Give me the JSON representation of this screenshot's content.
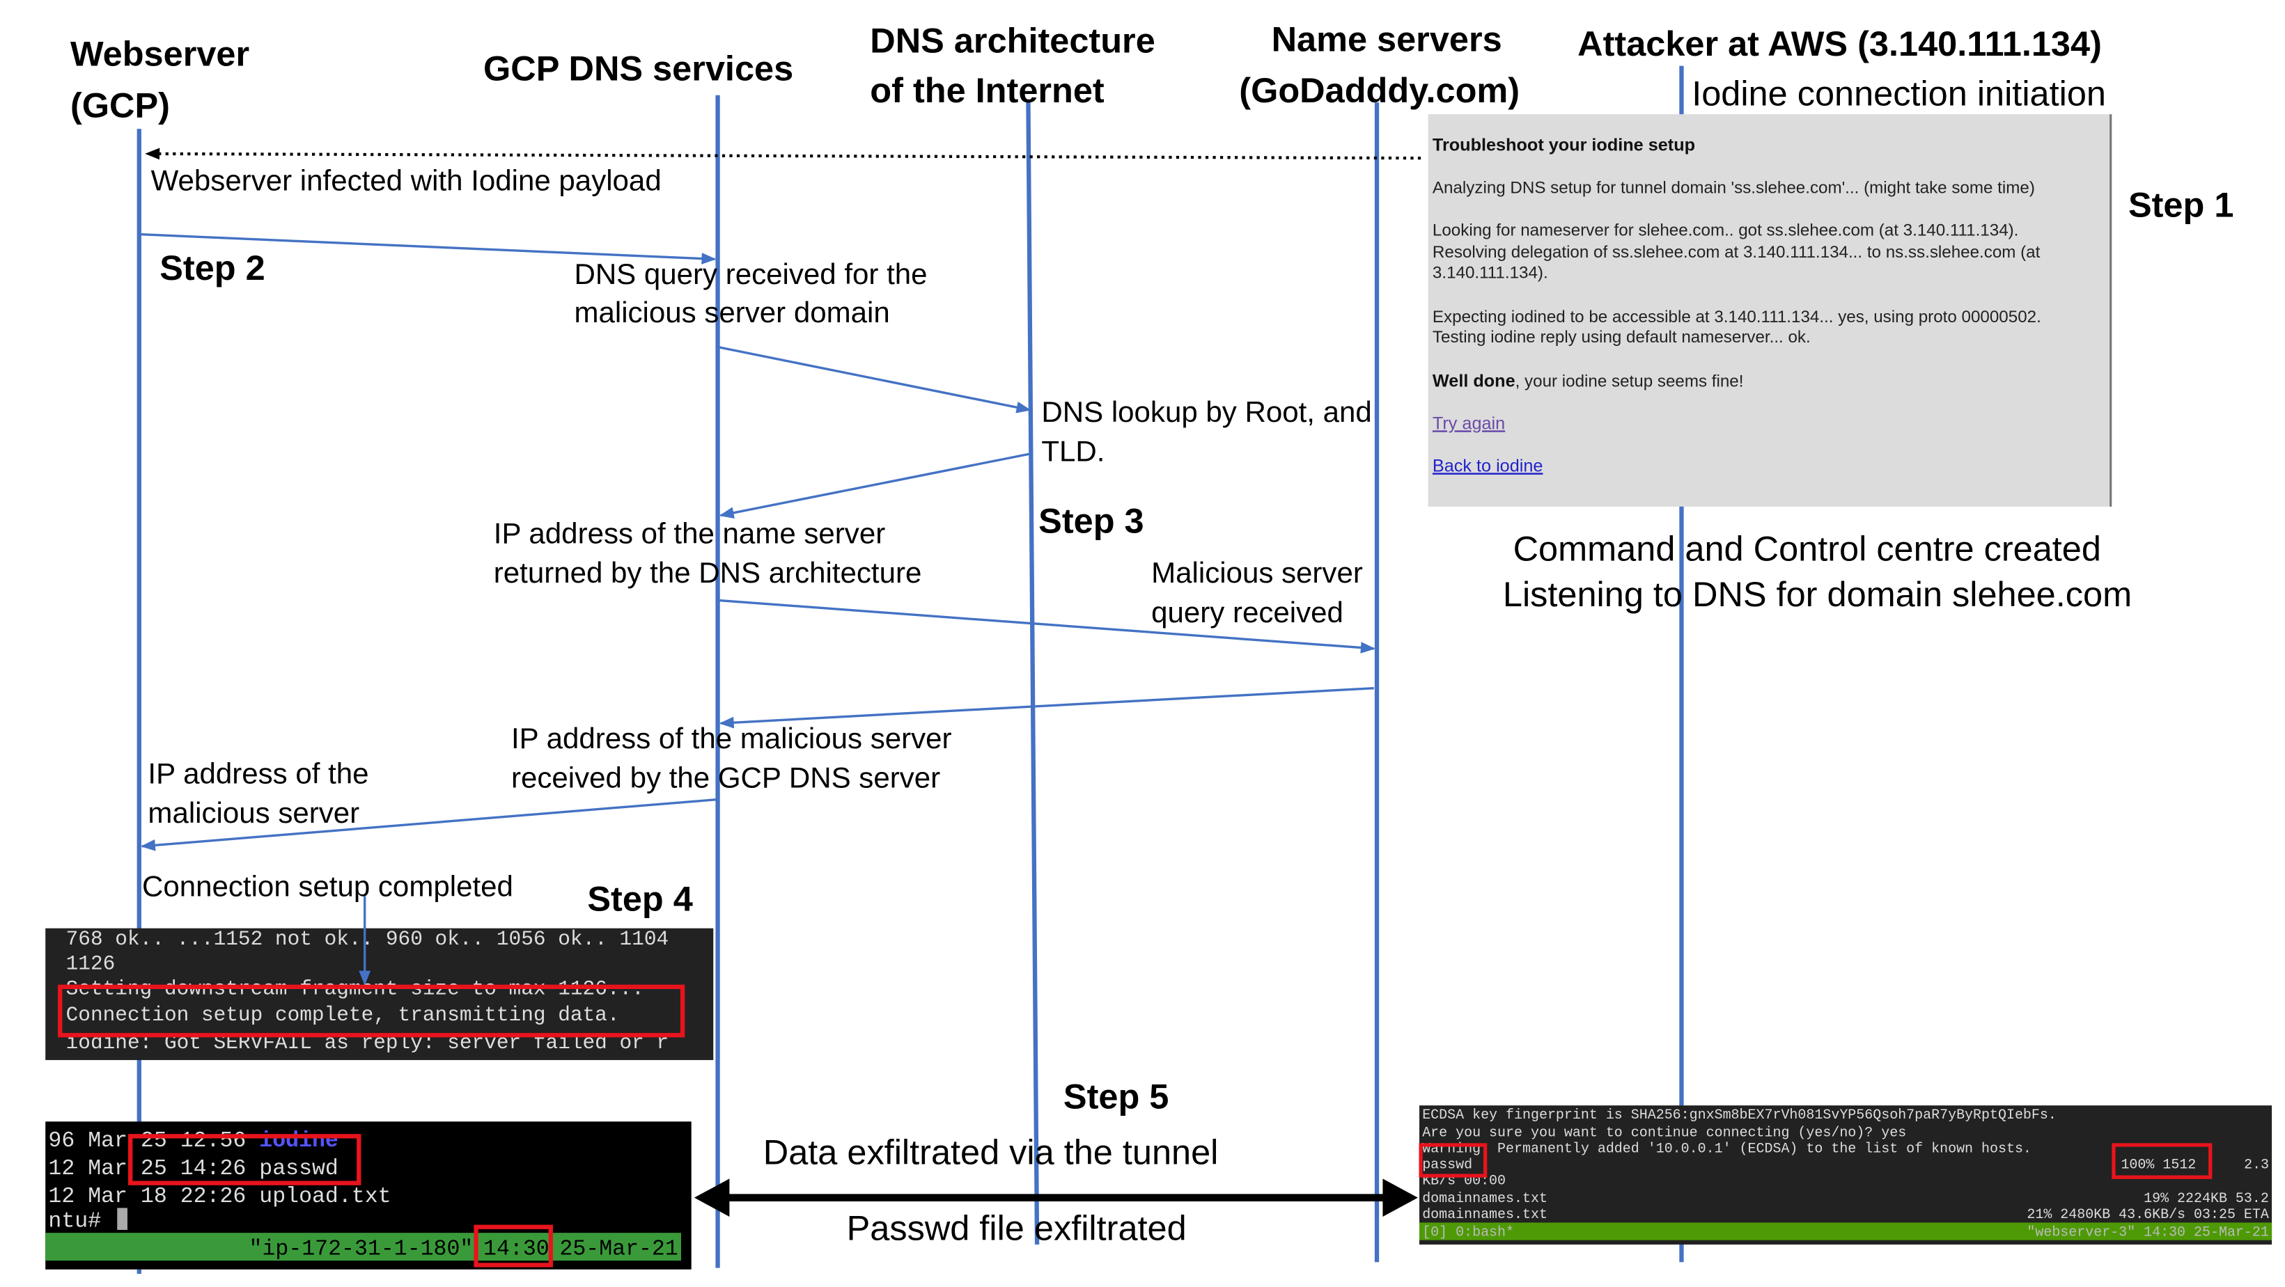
{
  "participants": {
    "webserver": [
      "Webserver",
      "(GCP)"
    ],
    "gcp_dns": "GCP DNS services",
    "dns_arch": [
      "DNS architecture",
      "of the Internet"
    ],
    "name_servers": [
      "Name servers",
      "(GoDadddy.com)"
    ],
    "attacker": "Attacker at AWS (3.140.111.134)",
    "attacker_sub": "Iodine connection initiation"
  },
  "steps": {
    "s1": "Step 1",
    "s2": "Step 2",
    "s3": "Step 3",
    "s4": "Step 4",
    "s5": "Step 5"
  },
  "messages": {
    "infected": "Webserver infected with Iodine payload",
    "dns_query": [
      "DNS query  received for the",
      "malicious server domain"
    ],
    "dns_lookup": [
      "DNS lookup by Root, and",
      "TLD."
    ],
    "ns_returned": [
      "IP address of the name server",
      "returned by the  DNS architecture"
    ],
    "malicious_query": [
      "Malicious server",
      "query received"
    ],
    "ip_received": [
      "IP address of the  malicious server",
      "received by the  GCP DNS server"
    ],
    "ip_malicious": [
      "IP address of the",
      "malicious server"
    ],
    "conn_complete": "Connection setup completed",
    "cnc": [
      "Command  and Control centre created",
      "Listening to  DNS for domain slehee.com"
    ],
    "exfil": "Data exfiltrated  via the tunnel",
    "passwd": "Passwd file exfiltrated"
  },
  "iodine_panel": {
    "title": "Troubleshoot your iodine setup",
    "lines": [
      "Analyzing DNS setup for tunnel domain 'ss.slehee.com'... (might take some time)",
      "Looking for nameserver for slehee.com.. got ss.slehee.com (at 3.140.111.134).",
      "Resolving delegation of ss.slehee.com at 3.140.111.134... to ns.ss.slehee.com (at",
      "3.140.111.134).",
      "Expecting iodined to be accessible at 3.140.111.134... yes, using proto 00000502.",
      "Testing iodine reply using default nameserver... ok."
    ],
    "well_done_bold": "Well done",
    "well_done_rest": ", your iodine setup seems fine!",
    "try_again": "Try again",
    "back": "Back to iodine"
  },
  "terminal_client": {
    "lines": [
      "768 ok.. ...1152 not ok.. 960 ok.. 1056 ok.. 1104",
      "1126",
      "Setting downstream fragment size to max 1126...",
      "Connection setup complete, transmitting data.",
      "iodine: Got SERVFAIL as reply: server failed or r"
    ]
  },
  "terminal_ls": {
    "lines": [
      "96 Mar 25 12:56 ",
      "12 Mar 25 14:26 passwd",
      "12 Mar 18 22:26 upload.txt",
      "ntu# "
    ],
    "iodine": "iodine",
    "status_host": "\"ip-172-31-1-180\"",
    "status_time": "14:30",
    "status_date": "25-Mar-21"
  },
  "terminal_scp": {
    "lines": [
      "ECDSA key fingerprint is SHA256:gnxSm8bEX7rVh081SvYP56Qsoh7paR7yByRptQIebFs.",
      "Are you sure you want to continue connecting (yes/no)? yes",
      "Warning: Permanently added '10.0.0.1' (ECDSA) to the list of known hosts.",
      "passwd",
      "KB/s   00:00",
      "domainnames.txt",
      "domainnames.txt"
    ],
    "passwd_progress": "100% 1512",
    "passwd_rate": "2.3",
    "dn1_progress": "19% 2224KB  53.2",
    "dn2_progress": "21% 2480KB  43.6KB/s   03:25 ETA",
    "status_left": "[0] 0:bash*",
    "status_right": "\"webserver-3\" 14:30 25-Mar-21"
  },
  "colors": {
    "lifeline": "#4472c4",
    "highlight": "#e8141c",
    "tmux_green": "#3a9a3a",
    "panel": "#dcdcdc"
  }
}
